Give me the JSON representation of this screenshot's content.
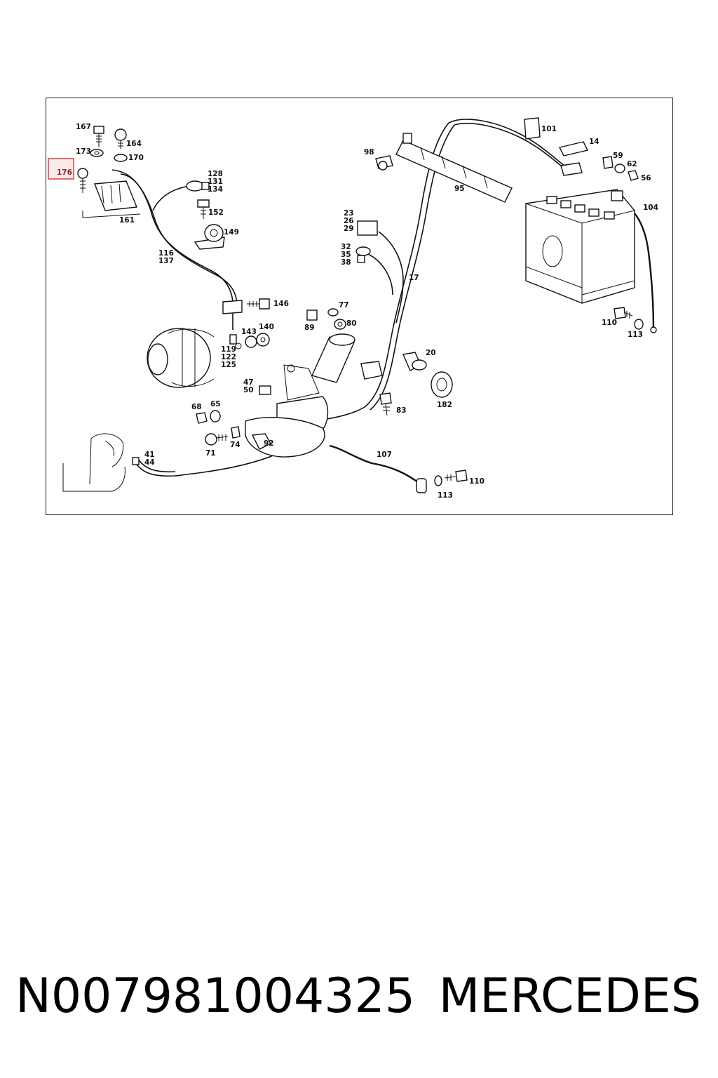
{
  "diagram": {
    "highlight": {
      "label": "176",
      "color": "#e0474c"
    },
    "callouts": {
      "c167": "167",
      "c164": "164",
      "c173": "173",
      "c170": "170",
      "c176": "176",
      "c161": "161",
      "c128": "128",
      "c131": "131",
      "c134": "134",
      "c152": "152",
      "c149": "149",
      "c116": "116",
      "c137": "137",
      "c146": "146",
      "c143": "143",
      "c140": "140",
      "c119": "119",
      "c122": "122",
      "c125": "125",
      "c47": "47",
      "c50": "50",
      "c68": "68",
      "c65": "65",
      "c71": "71",
      "c74": "74",
      "c92": "92",
      "c41": "41",
      "c44": "44",
      "c98": "98",
      "c95": "95",
      "c101": "101",
      "c14": "14",
      "c59": "59",
      "c62": "62",
      "c56": "56",
      "c104": "104",
      "c23": "23",
      "c26": "26",
      "c29": "29",
      "c32": "32",
      "c35": "35",
      "c38": "38",
      "c17": "17",
      "c89": "89",
      "c77": "77",
      "c80": "80",
      "c20": "20",
      "c83": "83",
      "c182": "182",
      "c107": "107",
      "c110a": "110",
      "c113a": "113",
      "c110b": "110",
      "c113b": "113"
    }
  },
  "footer": {
    "part_number": "N007981004325",
    "brand": "MERCEDES"
  }
}
